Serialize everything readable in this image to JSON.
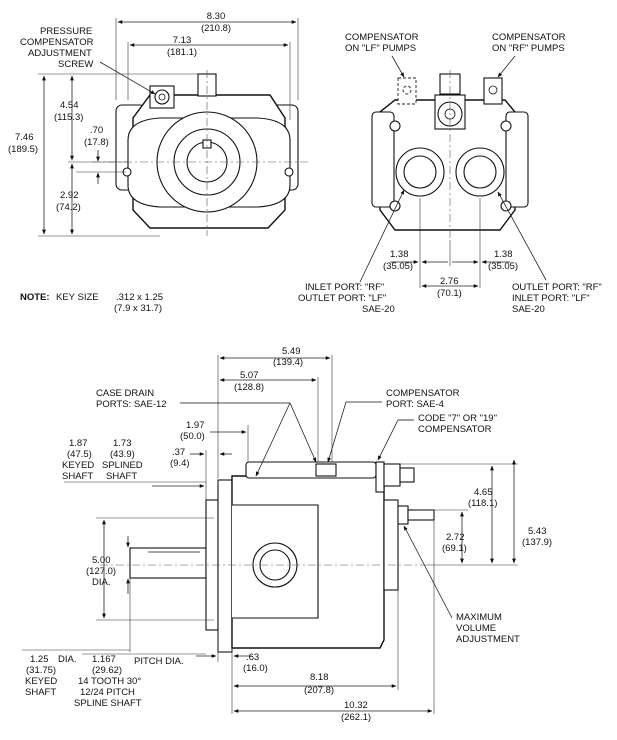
{
  "labels": {
    "press_comp_1": "PRESSURE",
    "press_comp_2": "COMPENSATOR",
    "press_comp_3": "ADJUSTMENT",
    "press_comp_4": "SCREW",
    "comp_lf_1": "COMPENSATOR",
    "comp_lf_2": "ON \"LF\" PUMPS",
    "comp_rf_1": "COMPENSATOR",
    "comp_rf_2": "ON \"RF\" PUMPS",
    "inlet_rf": "INLET PORT:  \"RF\"",
    "outlet_lf": "OUTLET PORT:  \"LF\"",
    "sae20_left": "SAE-20",
    "outlet_rf": "OUTLET PORT:  \"RF\"",
    "inlet_lf": "INLET PORT:  \"LF\"",
    "sae20_right": "SAE-20",
    "note_prefix": "NOTE:",
    "note_text": "KEY SIZE",
    "key_size_in": ".312 x 1.25",
    "key_size_mm": "(7.9 x 31.7)",
    "case_drain_1": "CASE DRAIN",
    "case_drain_2": "PORTS:  SAE-12",
    "comp_port_1": "COMPENSATOR",
    "comp_port_2": "PORT:  SAE-4",
    "code_1": "CODE \"7\" OR \"19\"",
    "code_2": "COMPENSATOR",
    "keyed_shaft_1": "KEYED",
    "keyed_shaft_2": "SHAFT",
    "splined_shaft_1": "SPLINED",
    "splined_shaft_2": "SHAFT",
    "dia": "DIA.",
    "dia_side": "DIA.",
    "pitch_dia": "PITCH DIA.",
    "keyed_shaft_b1": "KEYED",
    "keyed_shaft_b2": "SHAFT",
    "spline_1": "14 TOOTH 30°",
    "spline_2": "12/24 PITCH",
    "spline_3": "SPLINE SHAFT",
    "max_vol_1": "MAXIMUM",
    "max_vol_2": "VOLUME",
    "max_vol_3": "ADJUSTMENT"
  },
  "dims": {
    "d830_in": "8.30",
    "d830_mm": "(210.8)",
    "d713_in": "7.13",
    "d713_mm": "(181.1)",
    "d746_in": "7.46",
    "d746_mm": "(189.5)",
    "d454_in": "4.54",
    "d454_mm": "(115.3)",
    "d070_in": ".70",
    "d070_mm": "(17.8)",
    "d292_in": "2.92",
    "d292_mm": "(74.2)",
    "d138a_in": "1.38",
    "d138a_mm": "(35.05)",
    "d138b_in": "1.38",
    "d138b_mm": "(35.05)",
    "d276_in": "2.76",
    "d276_mm": "(70.1)",
    "d549_in": "5.49",
    "d549_mm": "(139.4)",
    "d507_in": "5.07",
    "d507_mm": "(128.8)",
    "d197_in": "1.97",
    "d197_mm": "(50.0)",
    "d037_in": ".37",
    "d037_mm": "(9.4)",
    "d187_in": "1.87",
    "d187_mm": "(47.5)",
    "d173_in": "1.73",
    "d173_mm": "(43.9)",
    "d500_in": "5.00",
    "d500_mm": "(127.0)",
    "d465_in": "4.65",
    "d465_mm": "(118.1)",
    "d272_in": "2.72",
    "d272_mm": "(69.1)",
    "d543_in": "5.43",
    "d543_mm": "(137.9)",
    "d125_in": "1.25",
    "d125_mm": "(31.75)",
    "d1167_in": "1.167",
    "d1167_mm": "(29.62)",
    "d063_in": ".63",
    "d063_mm": "(16.0)",
    "d818_in": "8.18",
    "d818_mm": "(207.8)",
    "d1032_in": "10.32",
    "d1032_mm": "(262.1)"
  }
}
